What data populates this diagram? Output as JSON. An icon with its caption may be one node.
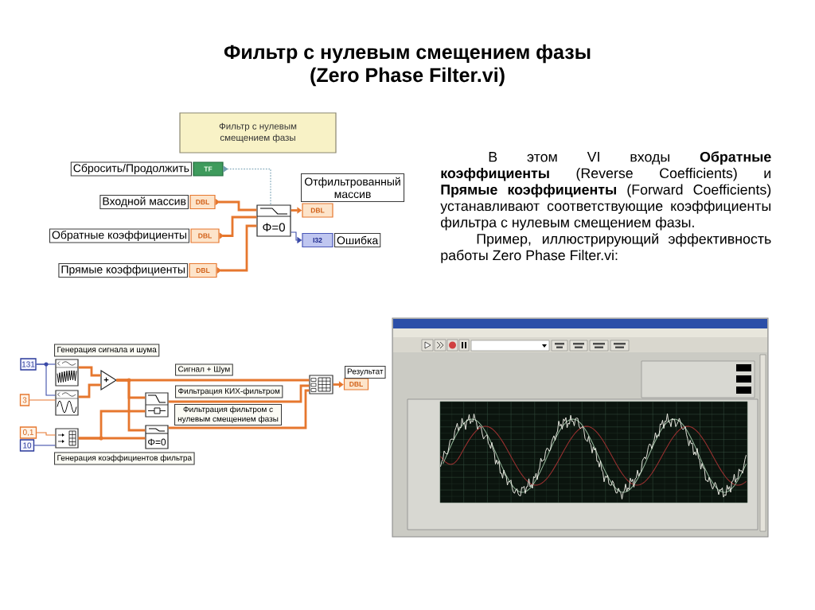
{
  "diagram": {
    "title": "Фильтр с нулевым смещением фазы (Zero Phase Filter.vi)",
    "nodes": [
      {
        "text": [
          "Фильтр с нулевым смещением фазы"
        ]
      },
      {
        "text": [
          "TF"
        ],
        "beside": [
          "Сбросить/Продолжить"
        ]
      },
      {
        "text": [
          "DBL"
        ],
        "beside": [
          "Входной массив"
        ]
      },
      {
        "text": [
          "DBL"
        ],
        "beside": [
          "Обратные коэффициенты"
        ]
      },
      {
        "text": [
          "DBL"
        ],
        "beside": [
          "Прямые коэффициенты"
        ]
      },
      {
        "text": [
          "Φ=0"
        ]
      },
      {
        "text": [
          "DBL"
        ],
        "beside": [
          "Отфильтрованный массив"
        ]
      },
      {
        "text": [
          "I32"
        ],
        "beside": [
          "Ошибка"
        ]
      },
      {
        "text": [
          "Генерация сигнала и шума"
        ]
      },
      {
        "text": [
          "131"
        ]
      },
      {
        "text": [],
        "shape": "picture"
      },
      {
        "text": [
          "3"
        ]
      },
      {
        "text": [],
        "shape": "picture"
      },
      {
        "text": [
          "+"
        ]
      },
      {
        "text": [
          "Сигнал + Шум"
        ]
      },
      {
        "text": [],
        "shape": "picture"
      },
      {
        "text": [
          "Фильтрация КИХ-фильтром"
        ]
      },
      {
        "text": [
          "Фильтрация фильтром с нулевым смещением фазы"
        ]
      },
      {
        "text": [
          "0,1"
        ]
      },
      {
        "text": [
          "10"
        ]
      },
      {
        "text": [],
        "shape": "picture"
      },
      {
        "text": [
          "Φ=0"
        ]
      },
      {
        "text": [
          "Генерация коэффициентов фильтра"
        ]
      },
      {
        "text": [],
        "shape": "picture"
      },
      {
        "text": [
          "DBL"
        ],
        "beside": [
          "Результат"
        ]
      }
    ],
    "edges": [
      {
        "from": 1,
        "to": 5,
        "arrow": "to",
        "style": "dashed",
        "color": "#6f9cb0"
      },
      {
        "from": 2,
        "to": 5,
        "arrow": "to"
      },
      {
        "from": 3,
        "to": 5,
        "arrow": "to"
      },
      {
        "from": 4,
        "to": 5,
        "arrow": "to"
      },
      {
        "from": 5,
        "to": 6,
        "arrow": "to"
      },
      {
        "from": 5,
        "to": 7,
        "arrow": "to",
        "color": "#3a4aa8"
      },
      {
        "from": 9,
        "to": 10,
        "arrow": "none",
        "color": "#3a4aa8"
      },
      {
        "from": 9,
        "to": 12,
        "arrow": "none",
        "color": "#3a4aa8"
      },
      {
        "from": 11,
        "to": 12,
        "arrow": "none"
      },
      {
        "from": 10,
        "to": 13,
        "arrow": "none"
      },
      {
        "from": 12,
        "to": 13,
        "arrow": "none"
      },
      {
        "from": 13,
        "to": 23,
        "arrow": "none"
      },
      {
        "from": 13,
        "to": 15,
        "arrow": "none"
      },
      {
        "from": 13,
        "to": 21,
        "arrow": "none"
      },
      {
        "from": 18,
        "to": 20,
        "arrow": "none"
      },
      {
        "from": 19,
        "to": 20,
        "arrow": "none",
        "color": "#3a4aa8"
      },
      {
        "from": 20,
        "to": 15,
        "arrow": "none"
      },
      {
        "from": 20,
        "to": 21,
        "arrow": "none"
      },
      {
        "from": 15,
        "to": 23,
        "arrow": "none"
      },
      {
        "from": 21,
        "to": 23,
        "arrow": "none"
      },
      {
        "from": 23,
        "to": 24,
        "arrow": "to"
      }
    ],
    "labels": [
      "В этом VI входы **Обратные коэффициенты** (Reverse Coefficients) и **Прямые коэффициенты** (Forward Coefficients) устанавливают соответствующие коэффициенты фильтра с нулевым смещением фазы.",
      "Пример, иллюстрирующий эффективность работы Zero Phase Filter.vi:"
    ]
  }
}
